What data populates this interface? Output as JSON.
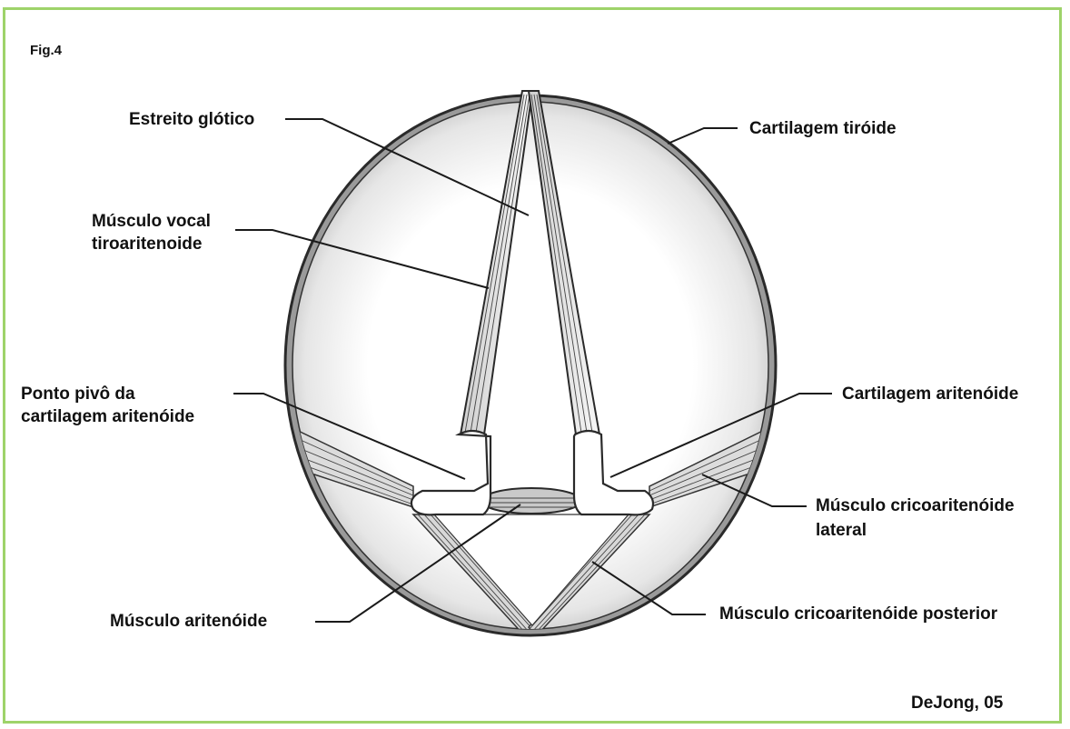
{
  "figure": {
    "fig_label": "Fig.4",
    "credit": "DeJong, 05",
    "border_color": "#9ed36a"
  },
  "labels": {
    "estreito_glotico": "Estreito glótico",
    "cartilagem_tiroide": "Cartilagem tiróide",
    "musculo_vocal_line1": "Músculo vocal",
    "musculo_vocal_line2": "tiroaritenoide",
    "ponto_pivo_line1": "Ponto pivô da",
    "ponto_pivo_line2": "cartilagem aritenóide",
    "cartilagem_aritenoide": "Cartilagem aritenóide",
    "cricoaritenoide_lateral_line1": "Músculo cricoaritenóide",
    "cricoaritenoide_lateral_line2": "lateral",
    "musculo_aritenoide": "Músculo aritenóide",
    "cricoaritenoide_posterior": "Músculo cricoaritenóide posterior"
  }
}
